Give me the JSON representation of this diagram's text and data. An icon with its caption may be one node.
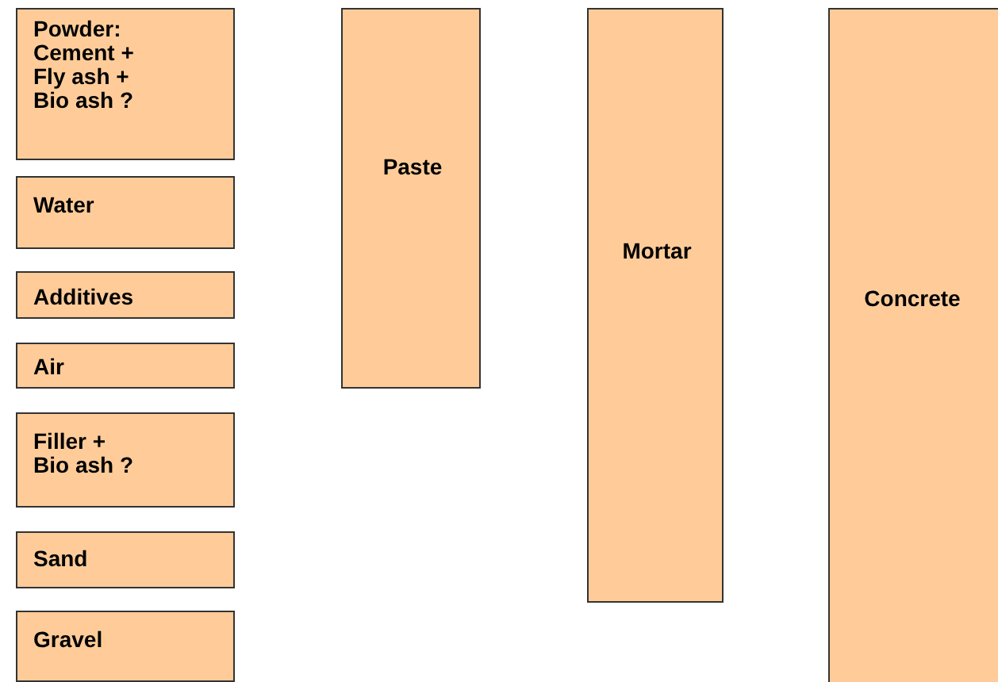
{
  "diagram": {
    "nodes": [
      {
        "text": [
          "Powder: Cement + Fly ash + Bio ash ?"
        ]
      },
      {
        "text": [
          "Water"
        ]
      },
      {
        "text": [
          "Additives"
        ]
      },
      {
        "text": [
          "Air"
        ]
      },
      {
        "text": [
          "Filler + Bio ash ?"
        ]
      },
      {
        "text": [
          "Sand"
        ]
      },
      {
        "text": [
          "Gravel"
        ]
      },
      {
        "text": [
          "Paste"
        ]
      },
      {
        "text": [
          "Mortar"
        ]
      },
      {
        "text": [
          "Concrete"
        ]
      }
    ]
  }
}
